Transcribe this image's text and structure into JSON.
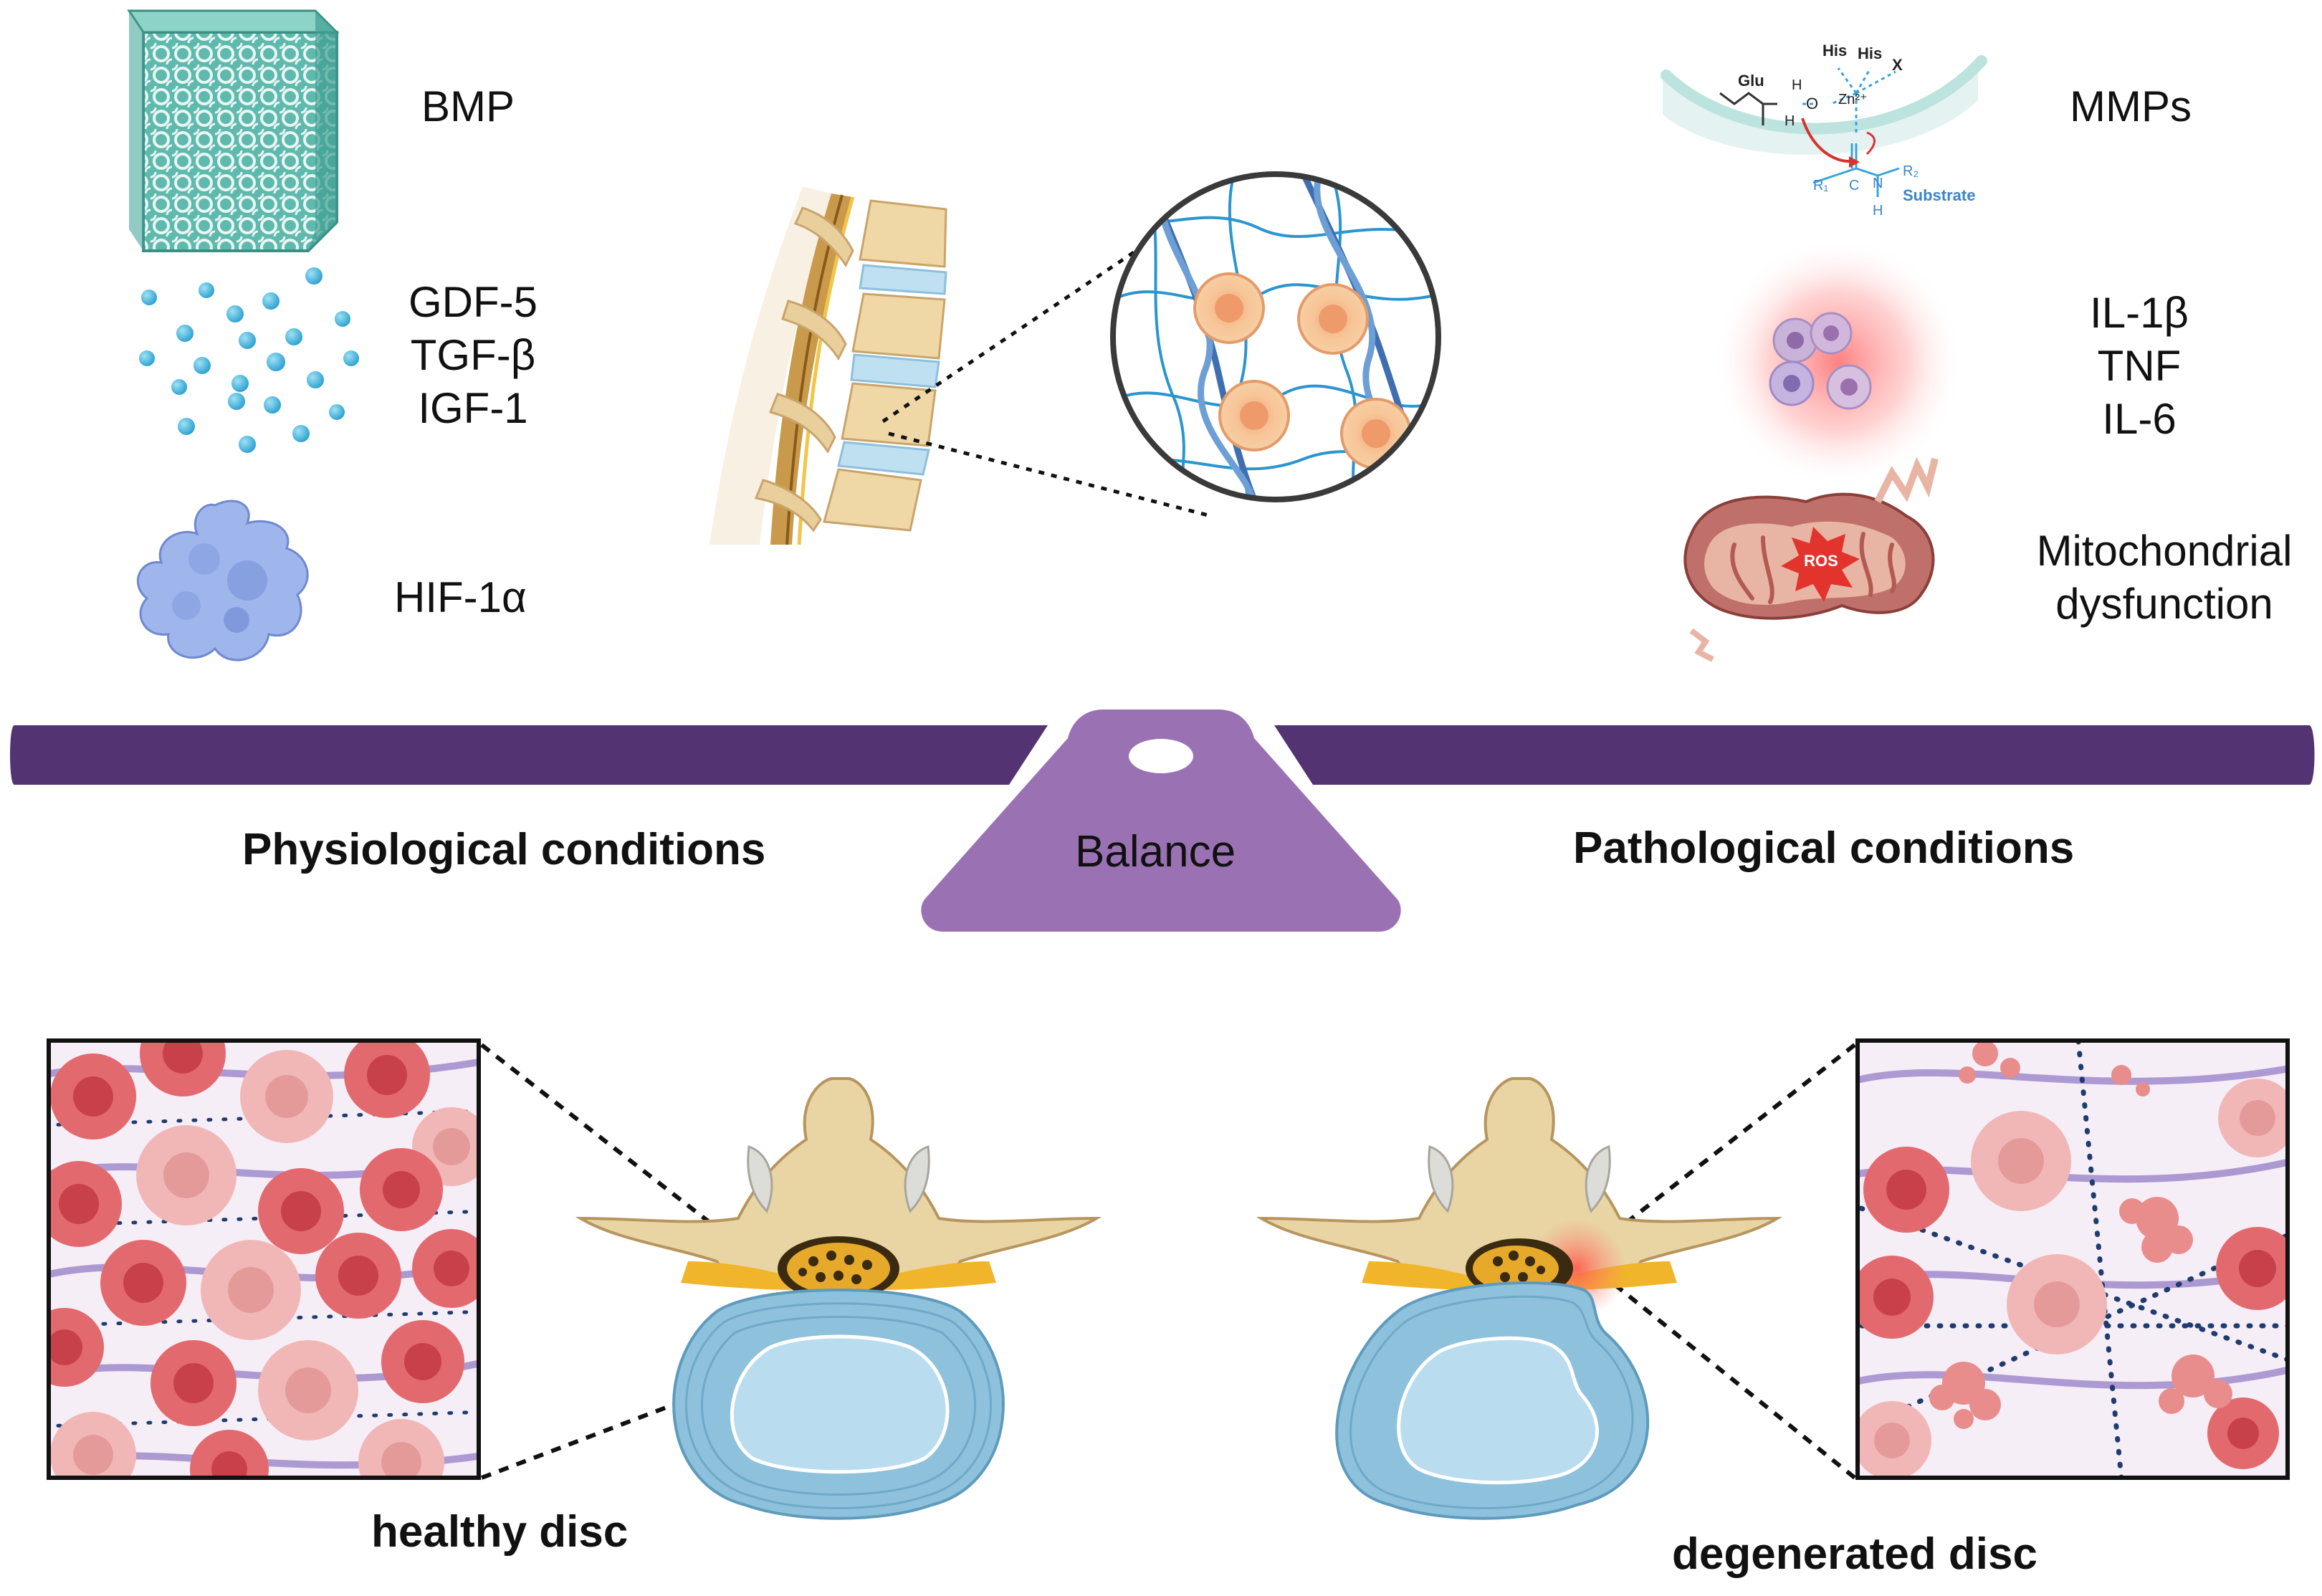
{
  "left_factors": {
    "bmp": "BMP",
    "growth_factors": [
      "GDF-5",
      "TGF-β",
      "IGF-1"
    ],
    "hif": "HIF-1α"
  },
  "right_factors": {
    "mmps": "MMPs",
    "cytokines": [
      "IL-1β",
      "TNF",
      "IL-6"
    ],
    "mito": [
      "Mitochondrial",
      "dysfunction"
    ]
  },
  "mmp_mechanism": {
    "glu": "Glu",
    "his1": "His",
    "his2": "His",
    "x": "X",
    "h1": "H",
    "h2": "H",
    "o": "O",
    "zn": "Zn²⁺",
    "r1": "R₁",
    "r2": "R₂",
    "c": "C",
    "n": "N",
    "h3": "H",
    "substrate": "Substrate"
  },
  "ros": "ROS",
  "balance": {
    "center_label": "Balance",
    "left_label": "Physiological conditions",
    "right_label": "Pathological conditions"
  },
  "discs": {
    "healthy": "healthy disc",
    "degenerated": "degenerated disc"
  },
  "colors": {
    "beam": "#533371",
    "fulcrum": "#9a72b3",
    "disc_blue": "#a9d3e8",
    "bone": "#e9d5a4",
    "cell_red": "#e26a6f",
    "collagen": "#9b85c9"
  }
}
